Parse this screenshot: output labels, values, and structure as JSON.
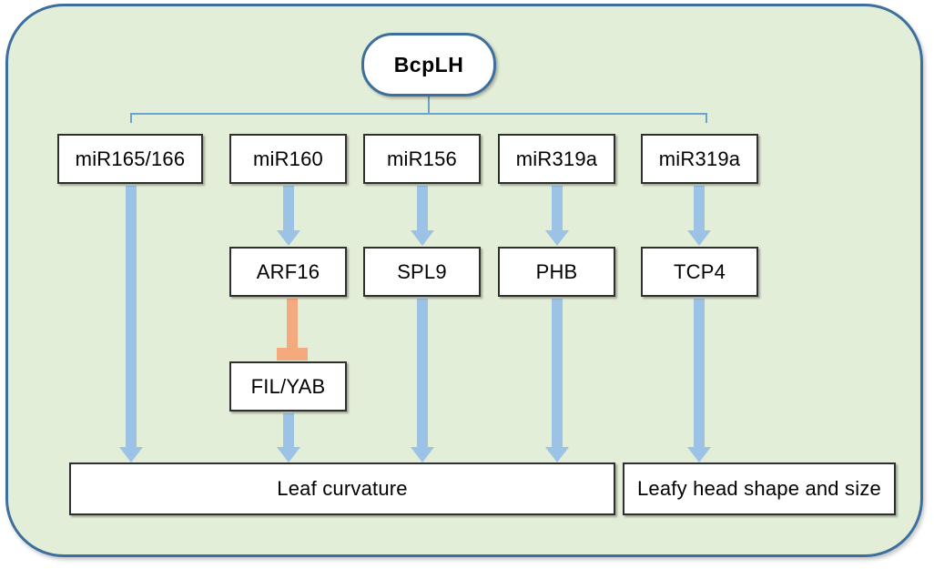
{
  "diagram": {
    "title_node": {
      "label": "BcpLH"
    },
    "container": {
      "fill_color": "#e3eed8",
      "border_color": "#3d6f9e"
    },
    "colors": {
      "arrow_blue": "#9cc3e5",
      "inhibit_orange": "#f4a97f",
      "bracket_blue": "#6aa2d0",
      "node_border": "#2f2f2f",
      "node_fill": "#ffffff"
    },
    "row_mirnas": [
      {
        "label": "miR165/166"
      },
      {
        "label": "miR160"
      },
      {
        "label": "miR156"
      },
      {
        "label": "miR319a"
      },
      {
        "label": "miR319a"
      }
    ],
    "row_targets": [
      {
        "label": "ARF16"
      },
      {
        "label": "SPL9"
      },
      {
        "label": "PHB"
      },
      {
        "label": "TCP4"
      }
    ],
    "row_downstream": [
      {
        "label": "FIL/YAB"
      }
    ],
    "row_outcomes": [
      {
        "label": "Leaf curvature"
      },
      {
        "label": "Leafy head shape and size"
      }
    ],
    "edges": [
      {
        "from": "BcpLH",
        "to": "miR165/166",
        "type": "bracket"
      },
      {
        "from": "BcpLH",
        "to": "miR160",
        "type": "bracket"
      },
      {
        "from": "BcpLH",
        "to": "miR156",
        "type": "bracket"
      },
      {
        "from": "BcpLH",
        "to": "miR319a",
        "type": "bracket"
      },
      {
        "from": "BcpLH",
        "to": "miR319a",
        "type": "bracket"
      },
      {
        "from": "miR165/166",
        "to": "Leaf curvature",
        "type": "arrow"
      },
      {
        "from": "miR160",
        "to": "ARF16",
        "type": "arrow"
      },
      {
        "from": "ARF16",
        "to": "FIL/YAB",
        "type": "inhibition"
      },
      {
        "from": "FIL/YAB",
        "to": "Leaf curvature",
        "type": "arrow"
      },
      {
        "from": "miR156",
        "to": "SPL9",
        "type": "arrow"
      },
      {
        "from": "SPL9",
        "to": "Leaf curvature",
        "type": "arrow"
      },
      {
        "from": "miR319a",
        "to": "PHB",
        "type": "arrow"
      },
      {
        "from": "PHB",
        "to": "Leaf curvature",
        "type": "arrow"
      },
      {
        "from": "miR319a",
        "to": "TCP4",
        "type": "arrow"
      },
      {
        "from": "TCP4",
        "to": "Leafy head shape and size",
        "type": "arrow"
      }
    ]
  }
}
